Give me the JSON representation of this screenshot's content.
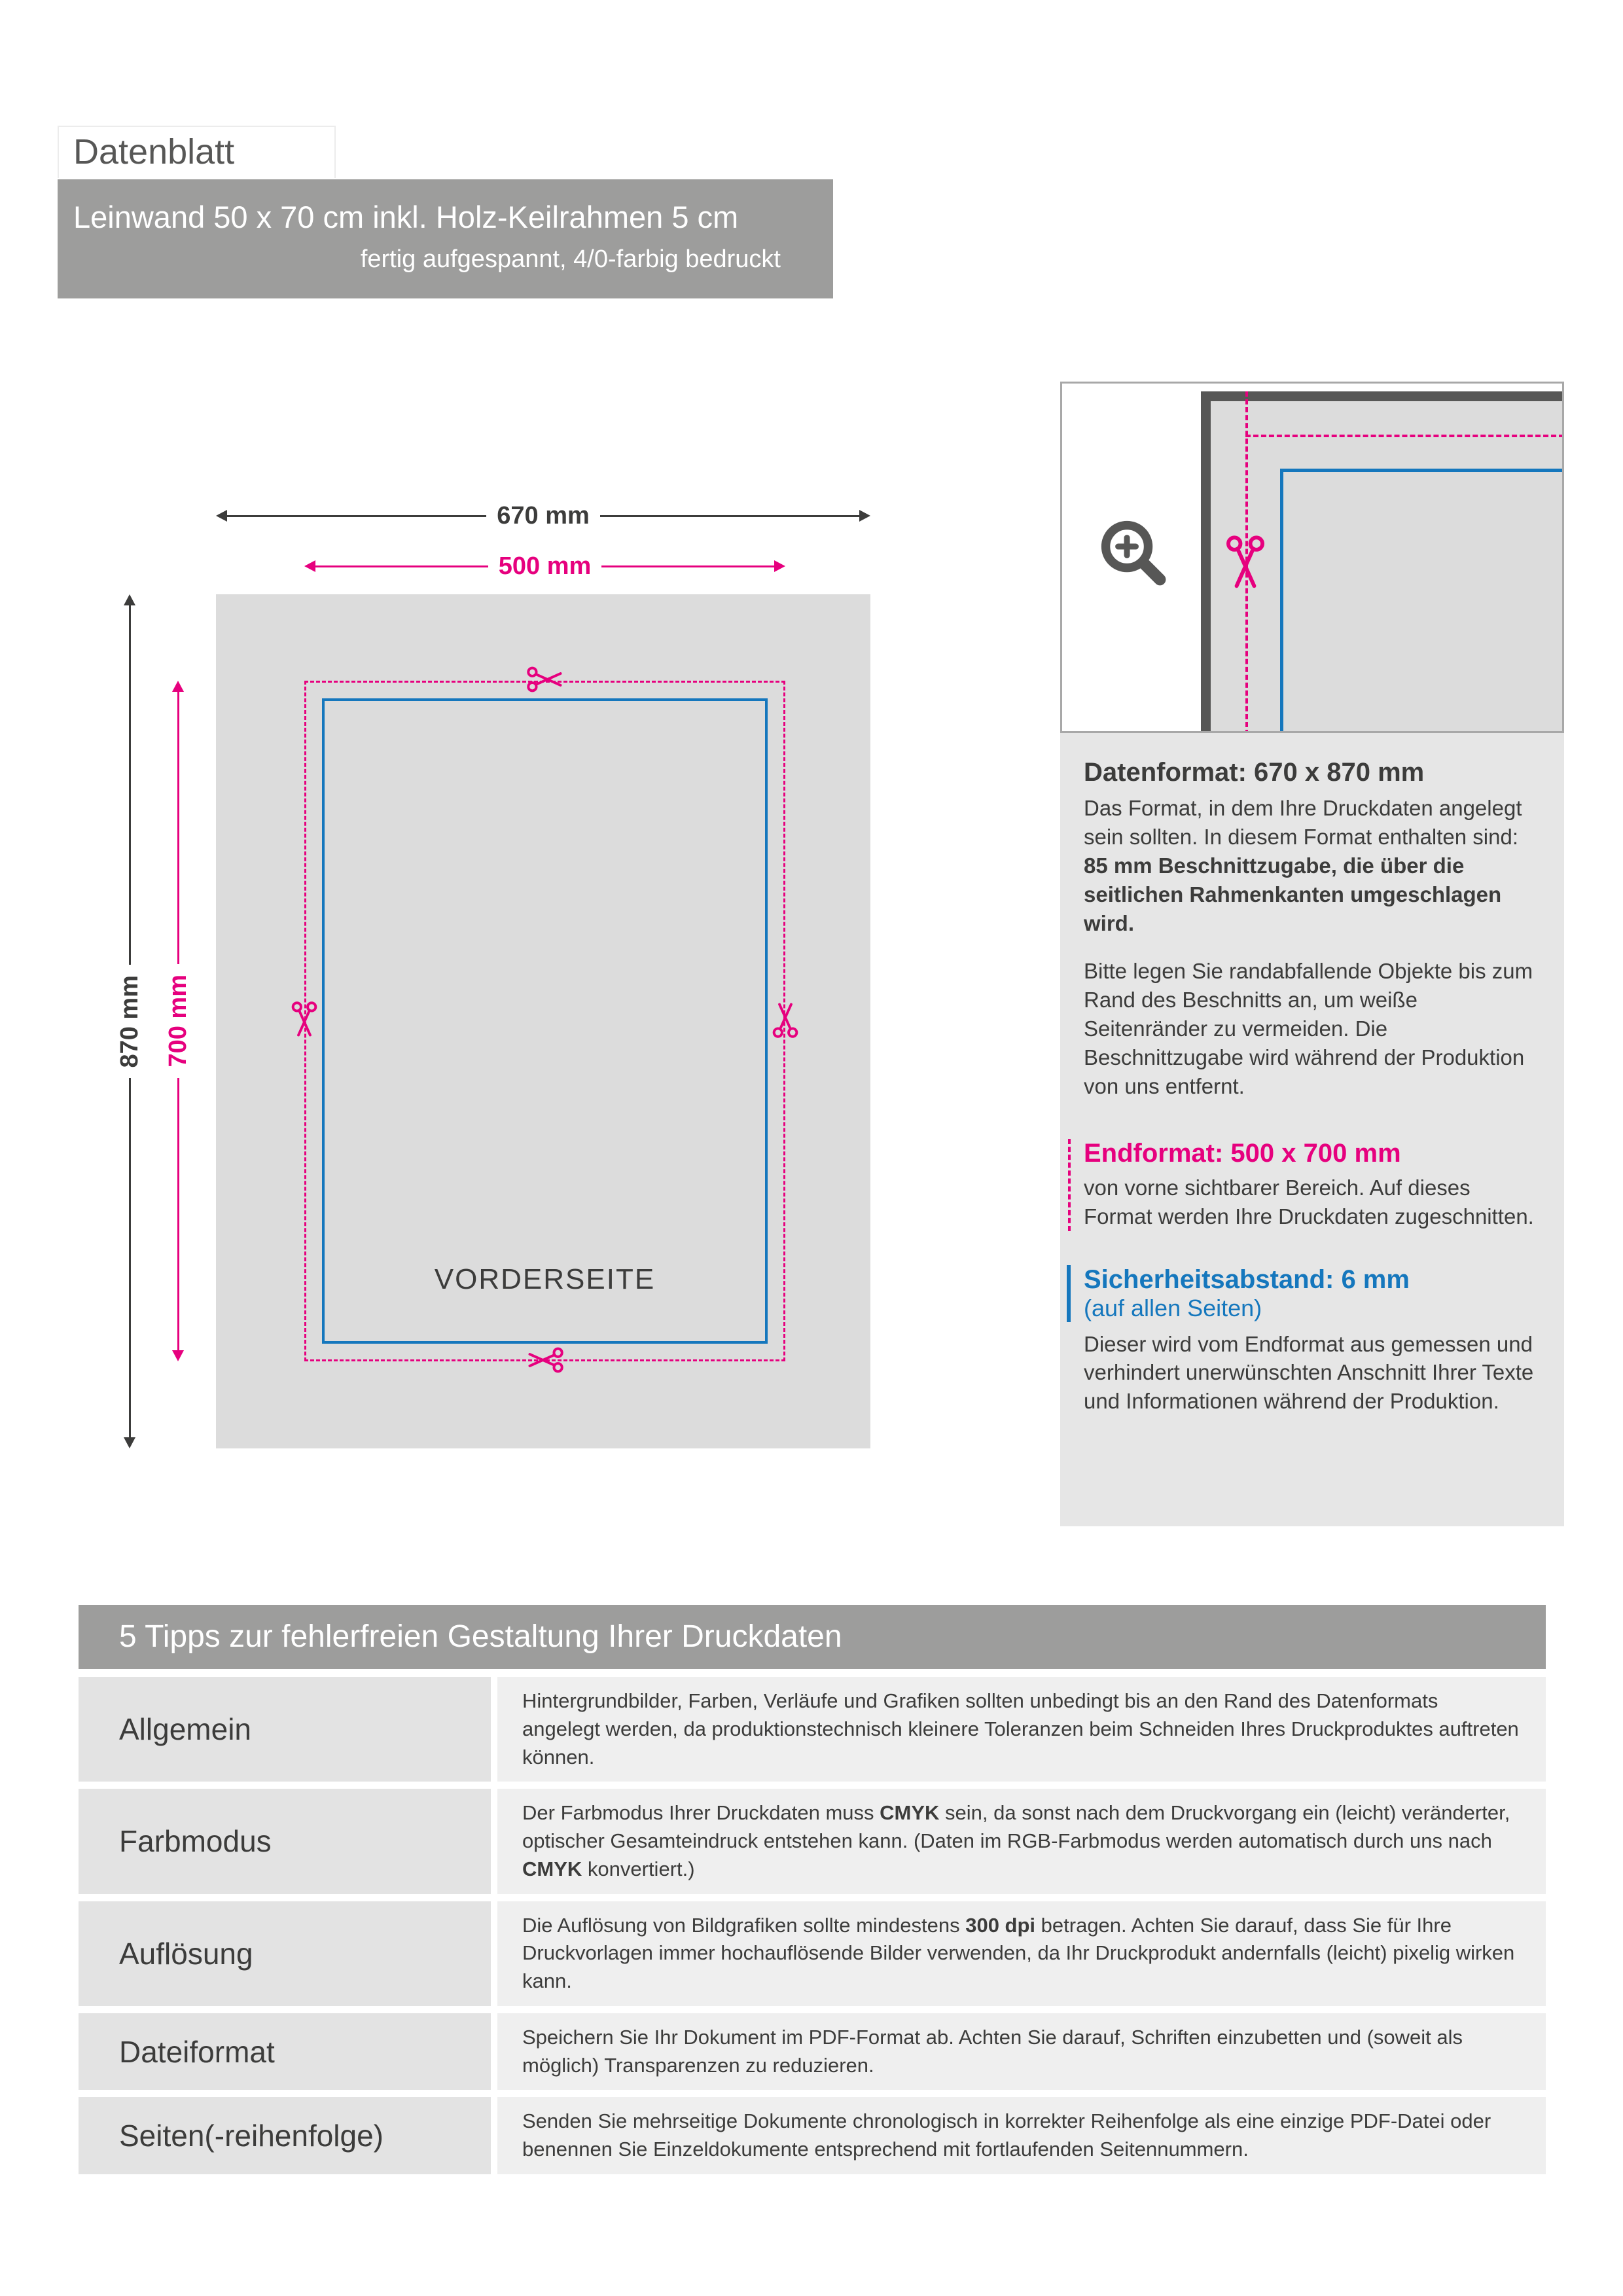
{
  "colors": {
    "magenta": "#e6007e",
    "blue": "#1577bd",
    "bar_gray": "#9d9d9c",
    "canvas_gray": "#dcdcdc",
    "dark_text": "#3c3c3b"
  },
  "icons": {
    "zoom": "magnifier-plus-icon",
    "cut": "scissors-icon"
  },
  "header": {
    "doc_label": "Datenblatt",
    "product_title": "Leinwand 50 x 70 cm inkl. Holz-Keilrahmen 5 cm",
    "product_subtitle": "fertig aufgespannt, 4/0-farbig bedruckt"
  },
  "diagram": {
    "outer_width": "670 mm",
    "inner_width": "500 mm",
    "outer_height": "870 mm",
    "inner_height": "700 mm",
    "front_label": "VORDERSEITE"
  },
  "info": {
    "datenformat": {
      "title": "Datenformat: 670 x 870 mm",
      "p1": [
        {
          "t": "Das Format, in dem Ihre Druckdaten angelegt sein sollten. In diesem Format enthalten sind: ",
          "b": false
        },
        {
          "t": "85 mm Beschnittzugabe, die über die seitlichen Rahmenkanten umgeschlagen wird.",
          "b": true
        }
      ],
      "p2": "Bitte legen Sie randabfallende Objekte bis zum Rand des Beschnitts an, um weiße Seitenränder zu vermeiden. Die Beschnittzugabe wird während der Produktion von uns entfernt."
    },
    "endformat": {
      "title": "Endformat: 500 x 700 mm",
      "p": "von vorne sichtbarer Bereich. Auf dieses Format werden Ihre Druckdaten zugeschnitten."
    },
    "sicherheitsabstand": {
      "title": "Sicherheitsabstand: 6 mm",
      "subtitle": "(auf allen Seiten)",
      "p": "Dieser wird vom Endformat aus gemessen und verhindert unerwünschten Anschnitt Ihrer Texte und Informationen während der Produktion."
    }
  },
  "tips": {
    "header": "5 Tipps zur fehlerfreien Gestaltung Ihrer Druckdaten",
    "rows": [
      {
        "label": "Allgemein",
        "text": [
          {
            "t": "Hintergrundbilder, Farben, Verläufe und Grafiken sollten unbedingt bis an den Rand des Datenformats angelegt werden, da produktionstechnisch kleinere Toleranzen beim Schneiden Ihres Druckproduktes auftreten können.",
            "b": false
          }
        ]
      },
      {
        "label": "Farbmodus",
        "text": [
          {
            "t": "Der Farbmodus Ihrer Druckdaten muss ",
            "b": false
          },
          {
            "t": "CMYK",
            "b": true
          },
          {
            "t": " sein, da sonst nach dem Druckvorgang ein (leicht) veränderter, optischer Gesamteindruck entstehen kann. (Daten im RGB-Farbmodus werden automatisch durch uns nach ",
            "b": false
          },
          {
            "t": "CMYK",
            "b": true
          },
          {
            "t": " konvertiert.)",
            "b": false
          }
        ]
      },
      {
        "label": "Auflösung",
        "text": [
          {
            "t": "Die Auflösung von Bildgrafiken sollte mindestens ",
            "b": false
          },
          {
            "t": "300 dpi",
            "b": true
          },
          {
            "t": " betragen. Achten Sie darauf, dass Sie für Ihre Druckvorlagen immer hochauflösende Bilder verwenden, da Ihr Druckprodukt andernfalls (leicht) pixelig wirken kann.",
            "b": false
          }
        ]
      },
      {
        "label": "Dateiformat",
        "text": [
          {
            "t": "Speichern Sie Ihr Dokument im PDF-Format ab. Achten Sie darauf, Schriften einzubetten und (soweit als möglich) Transparenzen zu reduzieren.",
            "b": false
          }
        ]
      },
      {
        "label": "Seiten(-reihenfolge)",
        "text": [
          {
            "t": "Senden Sie mehrseitige Dokumente chronologisch in korrekter Reihenfolge als eine einzige PDF-Datei oder benennen Sie Einzeldokumente entsprechend mit fortlaufenden Seitennummern.",
            "b": false
          }
        ]
      }
    ]
  }
}
